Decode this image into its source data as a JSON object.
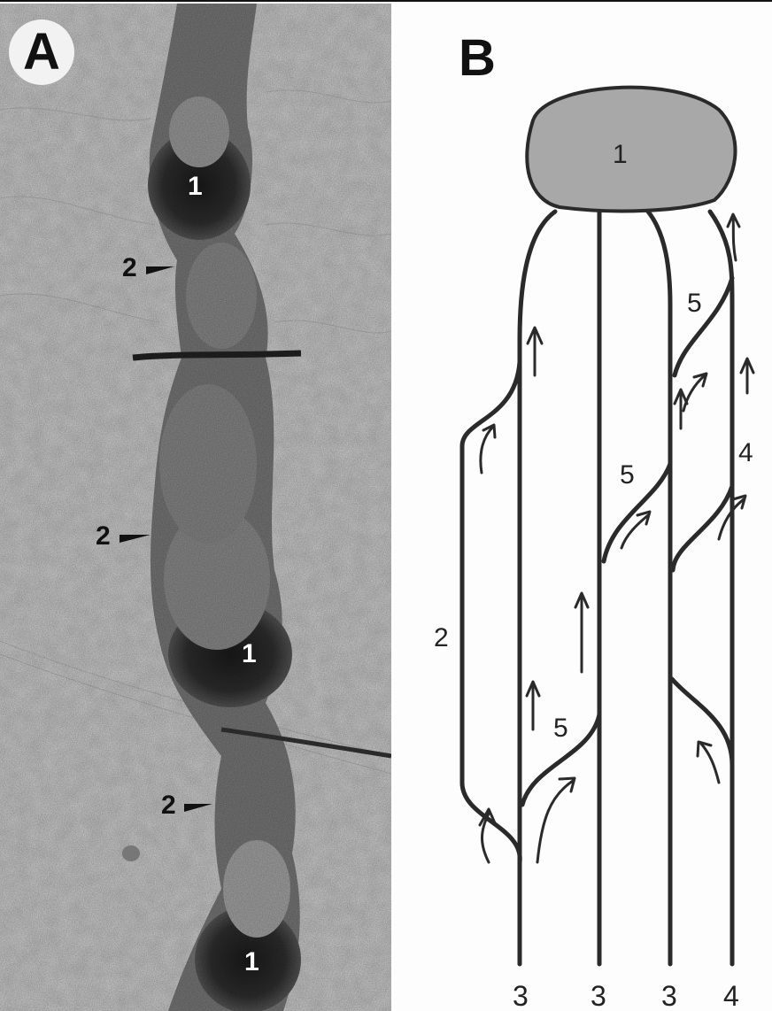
{
  "panel_a": {
    "letter": "A",
    "labels": {
      "region_1_top": "1",
      "region_1_mid": "1",
      "region_1_bottom": "1",
      "arrow_2_top": "2",
      "arrow_2_mid": "2",
      "arrow_2_bottom": "2"
    }
  },
  "panel_b": {
    "letter": "B",
    "labels": {
      "body_1": "1",
      "fiber_2": "2",
      "fiber_4_mid": "4",
      "branch_5_top": "5",
      "branch_5_mid": "5",
      "branch_5_bottom": "5",
      "bottom_3a": "3",
      "bottom_3b": "3",
      "bottom_3c": "3",
      "bottom_4": "4"
    }
  }
}
